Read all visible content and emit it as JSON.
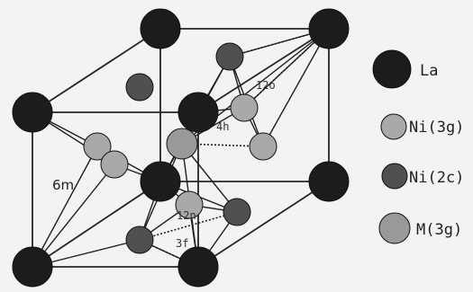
{
  "colors": {
    "background": "#f3f3f3",
    "la": "#1c1c1c",
    "ni_3g": "#a9a9a9",
    "ni_2c": "#505050",
    "m_3g": "#999999",
    "edge_line": "#262626",
    "bond_line": "#1e1e1e"
  },
  "site_labels": {
    "s12o": "12o",
    "s4h": "4h",
    "s6m": "6m",
    "s12n": "12n",
    "s3f": "3f"
  },
  "legend": [
    {
      "key": "la",
      "label": "La",
      "color": "#1c1c1c"
    },
    {
      "key": "ni_3g",
      "label": "Ni(3g)",
      "color": "#a9a9a9"
    },
    {
      "key": "ni_2c",
      "label": "Ni(2c)",
      "color": "#505050"
    },
    {
      "key": "m_3g",
      "label": "M(3g)",
      "color": "#999999"
    }
  ]
}
